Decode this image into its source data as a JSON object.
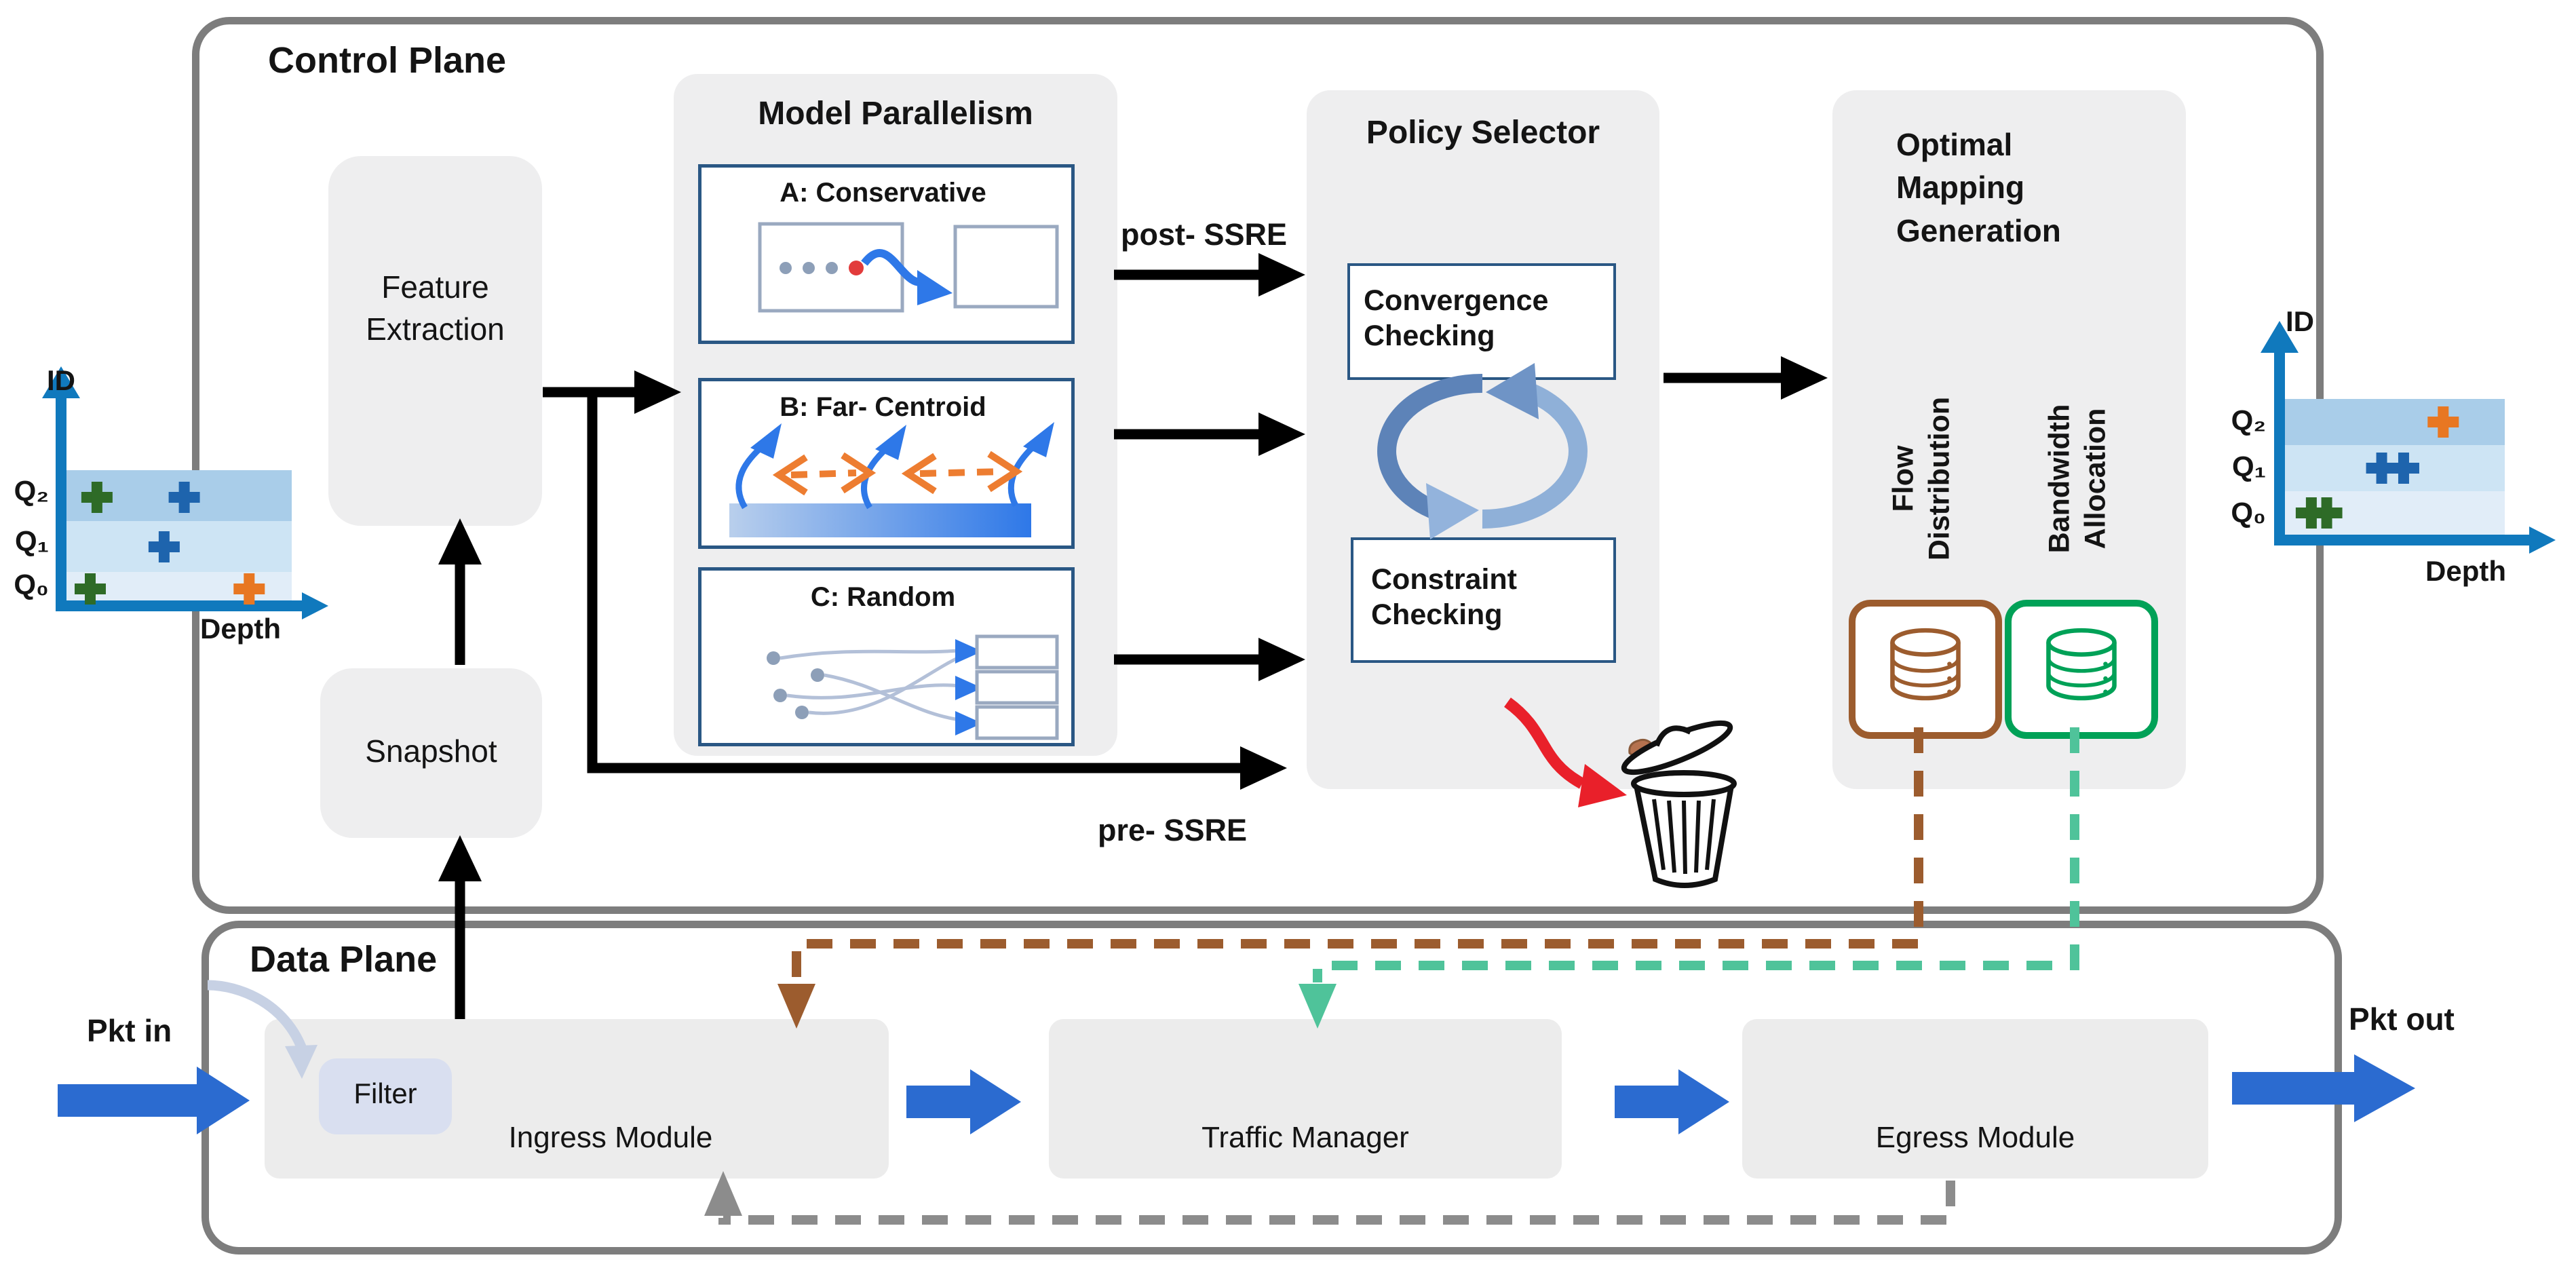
{
  "control_plane": {
    "title": "Control Plane",
    "feature_extraction_label": "Feature\nExtraction",
    "snapshot_label": "Snapshot",
    "model_parallelism": {
      "title": "Model Parallelism",
      "option_a_label": "A: Conservative",
      "option_b_label": "B: Far- Centroid",
      "option_c_label": "C: Random"
    },
    "policy_selector": {
      "title": "Policy Selector",
      "convergence_label": "Convergence\nChecking",
      "constraint_label": "Constraint\nChecking"
    },
    "optimal_mapping": {
      "title": "Optimal\nMapping\nGeneration",
      "flow_distribution_label": "Flow\nDistribution",
      "bandwidth_allocation_label": "Bandwidth\nAllocation"
    },
    "edge_labels": {
      "post_ssre": "post- SSRE",
      "pre_ssre": "pre- SSRE"
    }
  },
  "data_plane": {
    "title": "Data Plane",
    "pkt_in_label": "Pkt in",
    "pkt_out_label": "Pkt out",
    "filter_label": "Filter",
    "ingress_module_label": "Ingress Module",
    "traffic_manager_label": "Traffic Manager",
    "egress_module_label": "Egress Module"
  },
  "icons": {
    "flow_db": "database-icon",
    "bandwidth_db": "database-icon",
    "policy_cycle": "cycle-arrows-icon",
    "discard": "trash-can-icon"
  },
  "colors": {
    "flow_distribution_accent": "#9c5c2e",
    "bandwidth_allocation_accent": "#00a157",
    "egress_feedback_gray": "#8c8c8c",
    "discard_arrow_red": "#e9202a",
    "packet_arrow_blue": "#2b6bd0",
    "axis_blue": "#1079bd",
    "queue_band_q2": "#a9cde9",
    "queue_band_q1": "#cde4f4",
    "queue_band_q0": "#e1edf8"
  },
  "chart_data": [
    {
      "type": "scatter",
      "position": "left-of-control-plane",
      "xlabel": "Depth",
      "ylabel": "ID",
      "rows": [
        "Q₂",
        "Q₁",
        "Q₀"
      ],
      "points": [
        {
          "queue": "Q₂",
          "depth_frac": 0.13,
          "color": "#2e6b27"
        },
        {
          "queue": "Q₂",
          "depth_frac": 0.52,
          "color": "#1e64ad"
        },
        {
          "queue": "Q₁",
          "depth_frac": 0.43,
          "color": "#1e64ad"
        },
        {
          "queue": "Q₀",
          "depth_frac": 0.1,
          "color": "#2e6b27"
        },
        {
          "queue": "Q₀",
          "depth_frac": 0.81,
          "color": "#e87722"
        }
      ]
    },
    {
      "type": "scatter",
      "position": "right-of-control-plane",
      "xlabel": "Depth",
      "ylabel": "ID",
      "rows": [
        "Q₂",
        "Q₁",
        "Q₀"
      ],
      "points": [
        {
          "queue": "Q₂",
          "depth_frac": 0.72,
          "color": "#e87722"
        },
        {
          "queue": "Q₁",
          "depth_frac": 0.44,
          "color": "#1e64ad"
        },
        {
          "queue": "Q₁",
          "depth_frac": 0.54,
          "color": "#1e64ad"
        },
        {
          "queue": "Q₀",
          "depth_frac": 0.12,
          "color": "#2e6b27"
        },
        {
          "queue": "Q₀",
          "depth_frac": 0.19,
          "color": "#2e6b27"
        }
      ]
    }
  ]
}
